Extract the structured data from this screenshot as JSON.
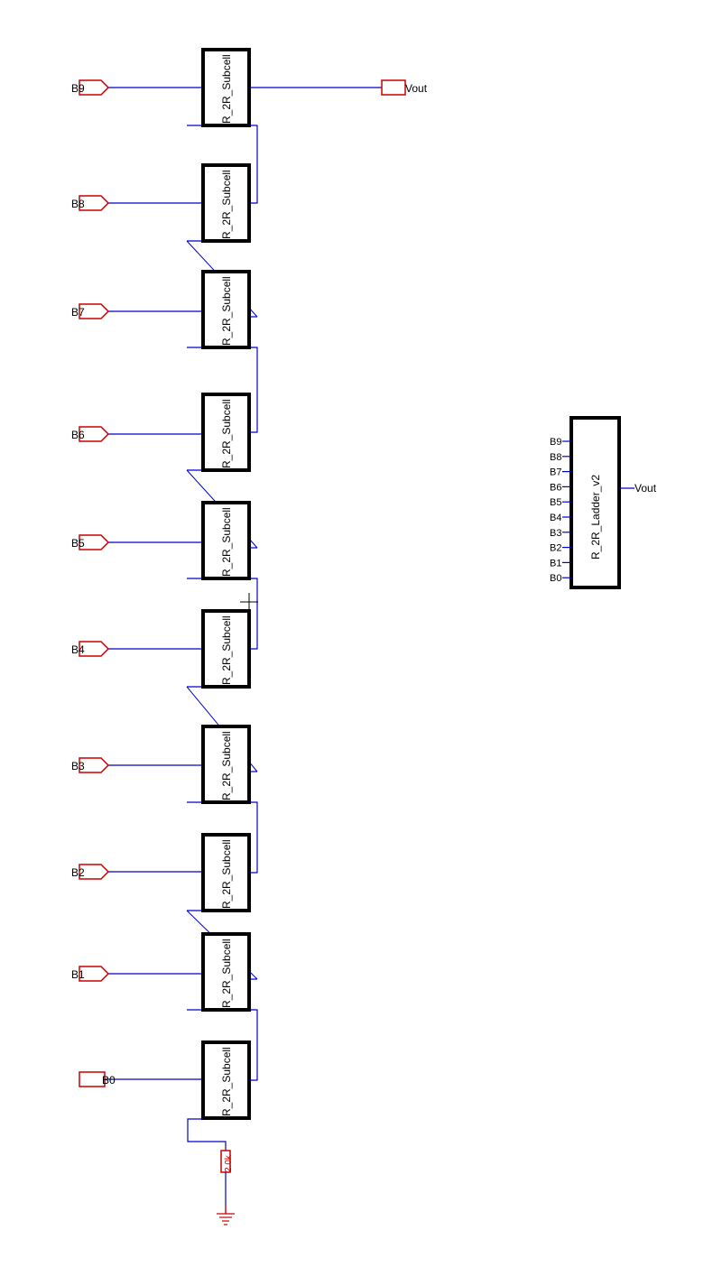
{
  "schematic": {
    "cell_name": "R_2R_Subcell",
    "output_port": "Vout",
    "cells": [
      {
        "input": "B9"
      },
      {
        "input": "B8"
      },
      {
        "input": "B7"
      },
      {
        "input": "B6"
      },
      {
        "input": "B5"
      },
      {
        "input": "B4"
      },
      {
        "input": "B3"
      },
      {
        "input": "B2"
      },
      {
        "input": "B1"
      },
      {
        "input": "B0"
      }
    ],
    "termination_resistor": "2.0k",
    "colors": {
      "wire": "#0000cc",
      "pin": "#cc0000",
      "box": "#000000"
    }
  },
  "symbol": {
    "name": "R_2R_Ladder_v2",
    "output": "Vout",
    "pins": [
      "B9",
      "B8",
      "B7",
      "B6",
      "B5",
      "B4",
      "B3",
      "B2",
      "B1",
      "B0"
    ]
  }
}
